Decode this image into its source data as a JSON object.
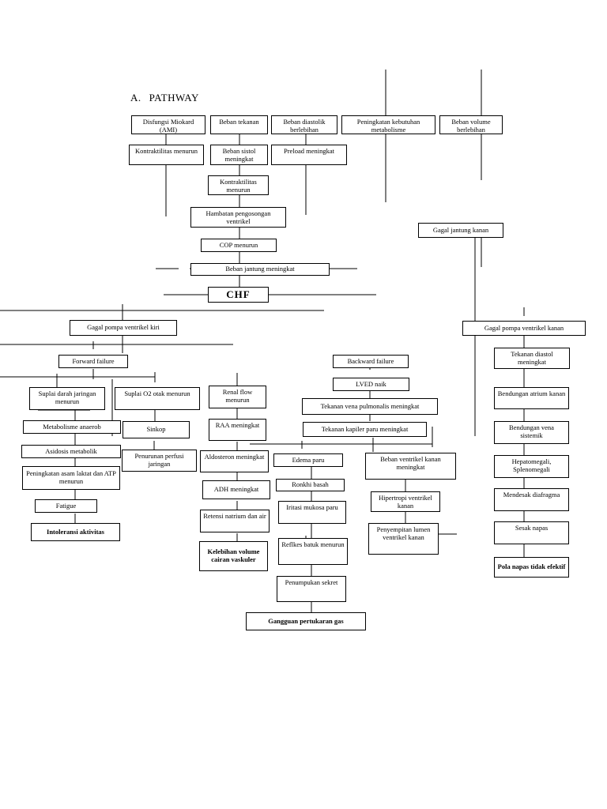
{
  "title": {
    "number": "A.",
    "text": "PATHWAY"
  },
  "nodes": {
    "disfungsi": "Disfungsi Miokard (AMI)",
    "beban_tekanan": "Beban tekanan",
    "beban_diastolik": "Beban diastolik berlebihan",
    "peningkatan_kebutuhan": "Peningkatan kebutuhan metabolisme",
    "beban_volume": "Beban volume berlebihan",
    "kontraktilitas1": "Kontraktilitas menurun",
    "beban_sistol": "Beban sistol meningkat",
    "preload": "Preload meningkat",
    "kontraktilitas2": "Kontraktilitas menurun",
    "hambatan": "Hambatan pengosongan ventrikel",
    "cop": "COP menurun",
    "beban_jantung": "Beban jantung meningkat",
    "chf": "CHF",
    "gagal_jantung_kanan": "Gagal jantung kanan",
    "gagal_pompa_kiri": "Gagal pompa ventrikel kiri",
    "gagal_pompa_kanan": "Gagal pompa ventrikel kanan",
    "forward": "Forward failure",
    "backward": "Backward failure",
    "suplai_darah": "Suplai darah jaringan menurun",
    "suplai_o2": "Suplai O2 otak menurun",
    "renal_flow": "Renal flow menurun",
    "lved": "LVED naik",
    "tekanan_vena_pulmo": "Tekanan vena pulmonalis meningkat",
    "tekanan_kapiler": "Tekanan kapiler paru meningkat",
    "metabolisme_anaerob": "Metabolisme anaerob",
    "sinkop": "Sinkop",
    "raa": "RAA meningkat",
    "asidosis": "Asidosis metabolik",
    "penurunan_perfusi": "Penurunan perfusi jaringan",
    "aldosteron": "Aldosteron meningkat",
    "edema_paru": "Edema paru",
    "beban_ventrikel_kanan": "Beban ventrikel kanan meningkat",
    "asam_laktat": "Peningkatan asam laktat dan ATP menurun",
    "adh": "ADH meningkat",
    "ronkhi": "Ronkhi basah",
    "iritasi": "Iritasi mukosa paru",
    "hipertropi": "Hipertropi ventrikel kanan",
    "fatigue": "Fatigue",
    "retensi": "Retensi natrium dan air",
    "intoleransi": "Intoleransi aktivitas",
    "reflek_batuk": "Reflkes batuk menurun",
    "penyempitan": "Penyempitan lumen ventrikel kanan",
    "kelebihan": "Kelebihan volume cairan vaskuler",
    "penumpukan": "Penumpukan sekret",
    "gangguan": "Gangguan pertukaran gas",
    "tekanan_diastol": "Tekanan diastol meningkat",
    "bendungan_atrium": "Bendungan atrium kanan",
    "bendungan_vena": "Bendungan vena sistemik",
    "hepatomegali": "Hepatomegali, Splenomegali",
    "mendesak": "Mendesak diafragma",
    "sesak": "Sesak napas",
    "pola_napas": "Pola napas tidak efektif"
  }
}
